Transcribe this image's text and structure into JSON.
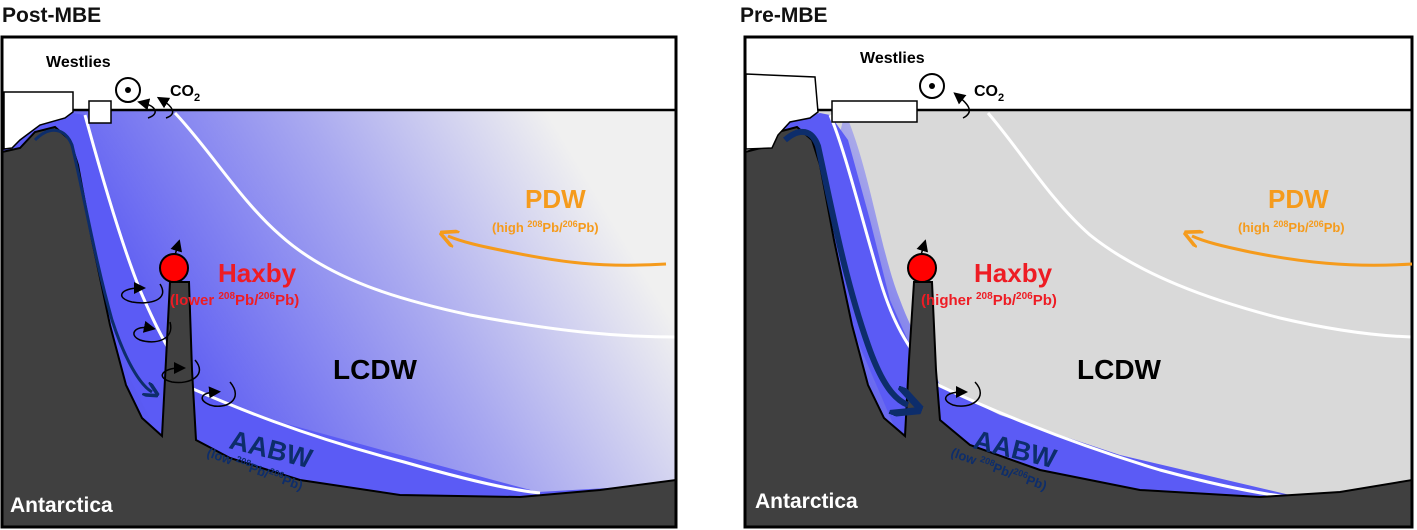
{
  "panels": [
    {
      "title": "Post-MBE",
      "westlies": "Westlies",
      "co2": {
        "main": "CO",
        "sub": "2"
      },
      "pdw": {
        "label": "PDW",
        "note": [
          "(high ",
          "208",
          "Pb/",
          "206",
          "Pb)"
        ]
      },
      "haxby": {
        "label": "Haxby",
        "note": [
          "(lower ",
          "208",
          "Pb/",
          "206",
          "Pb)"
        ]
      },
      "lcdw": "LCDW",
      "aabw": {
        "label": "AABW",
        "note": [
          "(low ",
          "208",
          "Pb/",
          "206",
          "Pb)"
        ]
      },
      "land": "Antarctica"
    },
    {
      "title": "Pre-MBE",
      "westlies": "Westlies",
      "co2": {
        "main": "CO",
        "sub": "2"
      },
      "pdw": {
        "label": "PDW",
        "note": [
          "(high ",
          "208",
          "Pb/",
          "206",
          "Pb)"
        ]
      },
      "haxby": {
        "label": "Haxby",
        "note": [
          "(higher ",
          "208",
          "Pb/",
          "206",
          "Pb)"
        ]
      },
      "lcdw": "LCDW",
      "aabw": {
        "label": "AABW",
        "note": [
          "(low ",
          "208",
          "Pb/",
          "206",
          "Pb)"
        ]
      },
      "land": "Antarctica"
    }
  ],
  "colors": {
    "land": "#404040",
    "aabw_blue": "#5b5bf5",
    "flow_arrow": "#0d2d6b",
    "pdw_orange": "#f59b1c",
    "haxby_red": "#ee1c24",
    "pre_water": "#d9d9d9",
    "post_water_light": "#f0f0f0"
  }
}
